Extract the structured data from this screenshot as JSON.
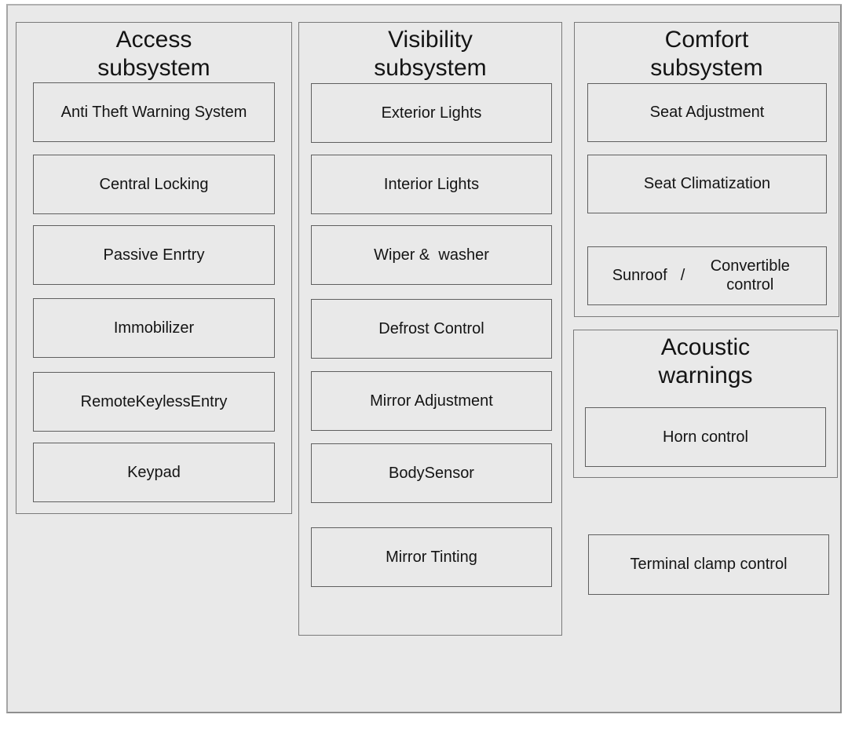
{
  "access": {
    "title": "Access\nsubsystem",
    "items": [
      "Anti Theft Warning System",
      "Central Locking",
      "Passive Enrtry",
      "Immobilizer",
      "RemoteKeylessEntry",
      "Keypad"
    ]
  },
  "visibility": {
    "title": "Visibility\nsubsystem",
    "items": [
      "Exterior Lights",
      "Interior Lights",
      "Wiper &  washer",
      "Defrost Control",
      "Mirror Adjustment",
      "BodySensor",
      "Mirror Tinting"
    ]
  },
  "comfort": {
    "title": "Comfort\nsubsystem",
    "items": [
      "Seat Adjustment",
      "Seat Climatization"
    ],
    "sunroof": {
      "left": "Sunroof",
      "separator": "/",
      "right": "Convertible control"
    }
  },
  "acoustic": {
    "title": "Acoustic\nwarnings",
    "items": [
      "Horn control"
    ]
  },
  "standalone": {
    "terminal_clamp": "Terminal clamp control"
  },
  "colors": {
    "background": "#e9e9e9",
    "outer_border": "#8f8f8f",
    "group_border": "#7a7a7a",
    "node_border": "#5f5f5f",
    "text": "#141414"
  }
}
